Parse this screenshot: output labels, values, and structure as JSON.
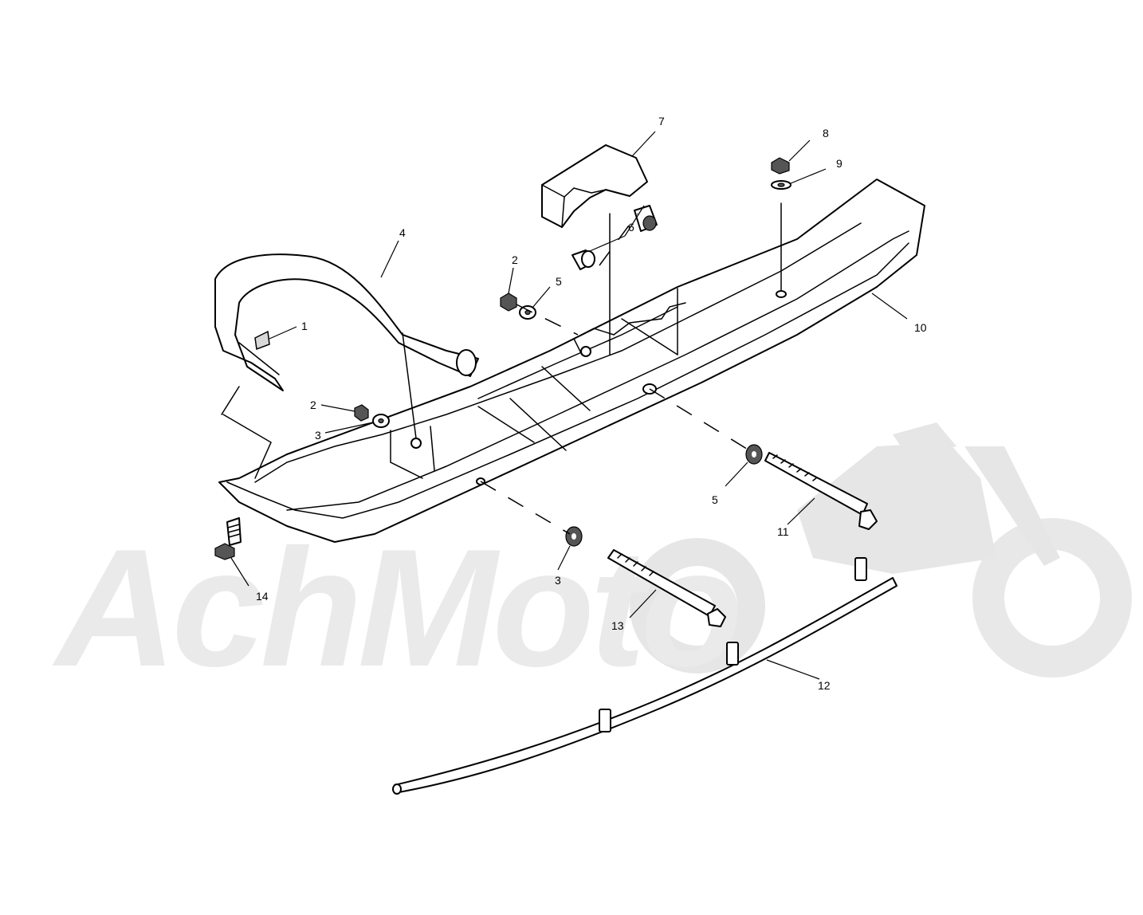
{
  "watermark": {
    "text": "AchMoto",
    "color": "#e6e6e6"
  },
  "callouts": {
    "c1": "1",
    "c2a": "2",
    "c2b": "2",
    "c3a": "3",
    "c3b": "3",
    "c4": "4",
    "c5a": "5",
    "c5b": "5",
    "c6": "6",
    "c7": "7",
    "c8": "8",
    "c9": "9",
    "c10": "10",
    "c11": "11",
    "c12": "12",
    "c13": "13",
    "c14": "14"
  }
}
